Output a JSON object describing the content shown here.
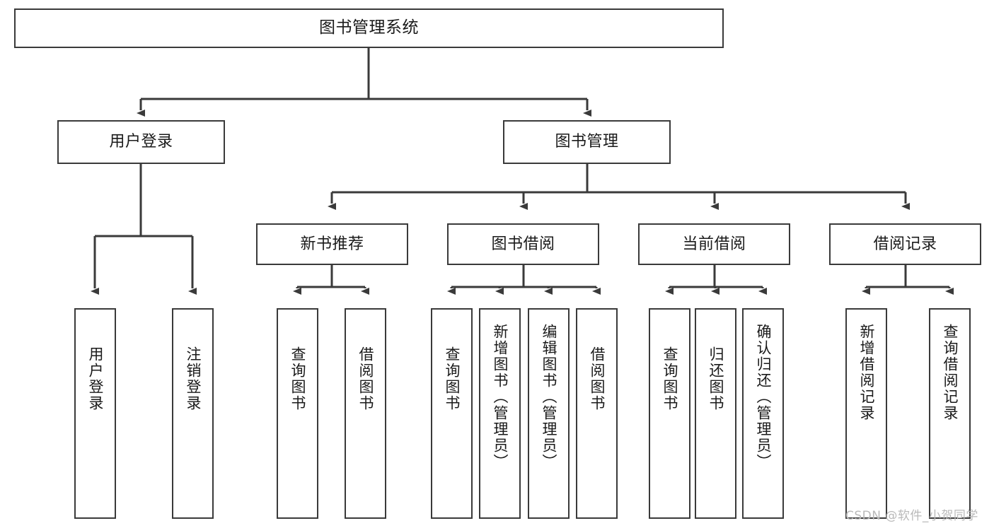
{
  "diagram": {
    "title_text": "图书管理系统",
    "line_color": "#3a3a3a",
    "box_border_color": "#3a3a3a",
    "box_fill_color": "#ffffff",
    "text_color": "#1a1a1a",
    "root": {
      "label": "图书管理系统"
    },
    "level1": [
      {
        "label": "用户登录"
      },
      {
        "label": "图书管理"
      }
    ],
    "level2": [
      {
        "label": "新书推荐"
      },
      {
        "label": "图书借阅"
      },
      {
        "label": "当前借阅"
      },
      {
        "label": "借阅记录"
      }
    ],
    "leaves": {
      "user_login": [
        {
          "label": "用户登录"
        },
        {
          "label": "注销登录"
        }
      ],
      "new_book": [
        {
          "label": "查询图书"
        },
        {
          "label": "借阅图书"
        }
      ],
      "book_borrow": [
        {
          "label": "查询图书"
        },
        {
          "label": "新增图书（管理员）"
        },
        {
          "label": "编辑图书（管理员）"
        },
        {
          "label": "借阅图书"
        }
      ],
      "current_borrow": [
        {
          "label": "查询图书"
        },
        {
          "label": "归还图书"
        },
        {
          "label": "确认归还（管理员）"
        }
      ],
      "borrow_record": [
        {
          "label": "新增借阅记录"
        },
        {
          "label": "查询借阅记录"
        }
      ]
    }
  },
  "watermark": {
    "text": "CSDN @软件_小贺同学"
  }
}
